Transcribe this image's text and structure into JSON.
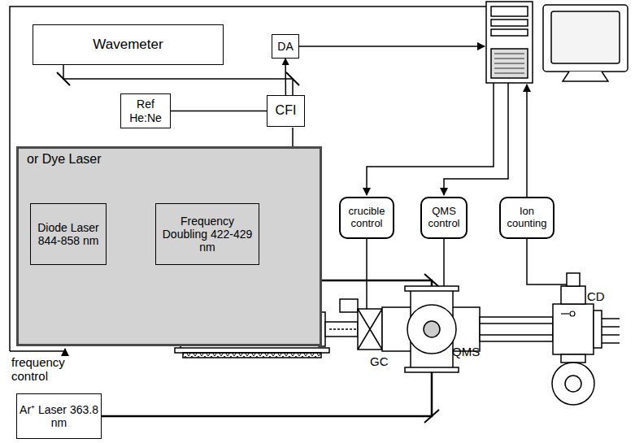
{
  "diagram": {
    "nodes": [
      {
        "text": [
          "Wavemeter"
        ]
      },
      {
        "text": [
          "DA"
        ]
      },
      {
        "text": [
          "Ref He:Ne"
        ]
      },
      {
        "text": [
          "CFI"
        ]
      },
      {
        "text": [
          "or Dye Laser"
        ]
      },
      {
        "text": [
          "Diode Laser 844-858 nm"
        ],
        "in": 4
      },
      {
        "text": [
          "Frequency Doubling 422-429 nm"
        ],
        "in": 4
      },
      {
        "text": [
          "crucible control"
        ]
      },
      {
        "text": [
          "QMS control"
        ]
      },
      {
        "text": [
          "Ion counting"
        ]
      },
      {
        "text": [
          "Ar⁺ Laser 363.8 nm"
        ]
      }
    ],
    "edges": [
      {
        "from": 2,
        "to": 3,
        "arrow": "none"
      },
      {
        "from": 3,
        "to": 1,
        "arrow": "to"
      },
      {
        "from": 5,
        "to": 6,
        "arrow": "to"
      }
    ],
    "labels": [
      "frequency control",
      "GC",
      "QMS",
      "CD"
    ]
  }
}
